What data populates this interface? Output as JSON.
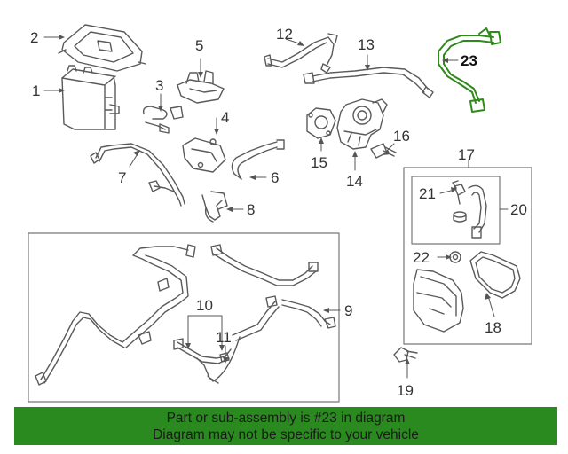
{
  "callouts": {
    "c1": "1",
    "c2": "2",
    "c3": "3",
    "c4": "4",
    "c5": "5",
    "c6": "6",
    "c7": "7",
    "c8": "8",
    "c9": "9",
    "c10": "10",
    "c11": "11",
    "c12": "12",
    "c13": "13",
    "c14": "14",
    "c15": "15",
    "c16": "16",
    "c17": "17",
    "c18": "18",
    "c19": "19",
    "c20": "20",
    "c21": "21",
    "c22": "22",
    "c23": "23"
  },
  "highlighted_part": "23",
  "colors": {
    "line": "#5a5a5a",
    "highlight": "#2f8a1c",
    "banner": "#2a8a1f",
    "banner_text": "#1b1b1b"
  },
  "banner": {
    "line1": "Part or sub-assembly is #23 in diagram",
    "line2": "Diagram may not be specific to your vehicle"
  }
}
